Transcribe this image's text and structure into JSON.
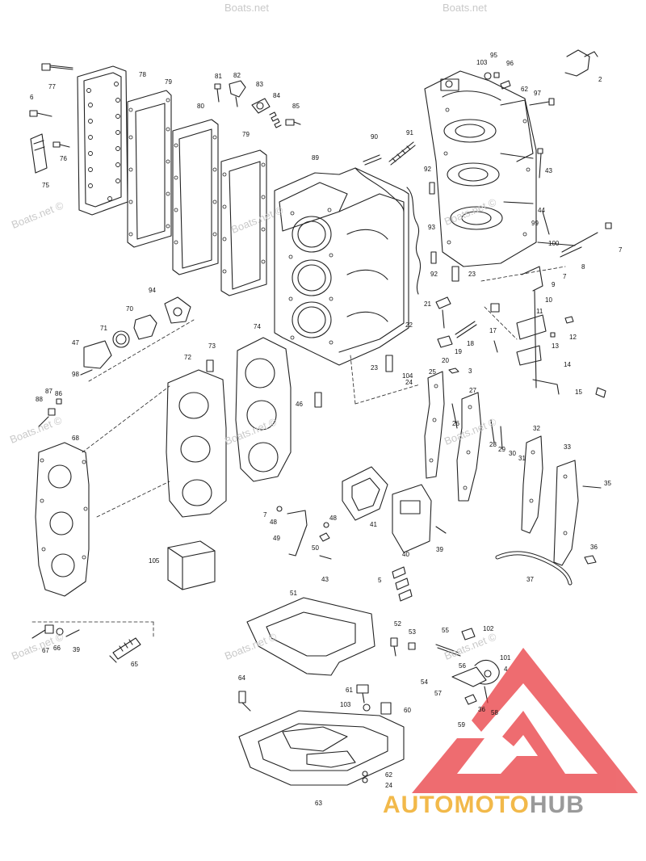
{
  "watermark": {
    "site": "Boats.net",
    "copyright": "Boats.net ©"
  },
  "logo": {
    "part1": "AUTOMOTO",
    "part2": "HUB",
    "color_primary": "#f2b94a",
    "color_secondary": "#9a9a9a",
    "triangle_color": "#e8343a"
  },
  "callouts": [
    "77",
    "6",
    "76",
    "75",
    "78",
    "79",
    "80",
    "81",
    "82",
    "83",
    "84",
    "85",
    "79",
    "89",
    "90",
    "91",
    "92",
    "93",
    "95",
    "103",
    "96",
    "62",
    "97",
    "2",
    "43",
    "44",
    "99",
    "100",
    "7",
    "8",
    "9",
    "7",
    "10",
    "11",
    "13",
    "12",
    "14",
    "15",
    "21",
    "22",
    "23",
    "17",
    "18",
    "19",
    "20",
    "3",
    "24",
    "104",
    "25",
    "26",
    "27",
    "28",
    "29",
    "30",
    "31",
    "32",
    "33",
    "35",
    "36",
    "37",
    "94",
    "70",
    "71",
    "47",
    "98",
    "74",
    "73",
    "72",
    "46",
    "88",
    "87",
    "86",
    "68",
    "105",
    "41",
    "48",
    "7",
    "48",
    "49",
    "50",
    "43",
    "40",
    "39",
    "5",
    "51",
    "52",
    "53",
    "55",
    "102",
    "54",
    "56",
    "57",
    "58",
    "36",
    "101",
    "4",
    "59",
    "61",
    "103",
    "60",
    "64",
    "62",
    "24",
    "63",
    "67",
    "66",
    "39",
    "65",
    "92",
    "23"
  ]
}
